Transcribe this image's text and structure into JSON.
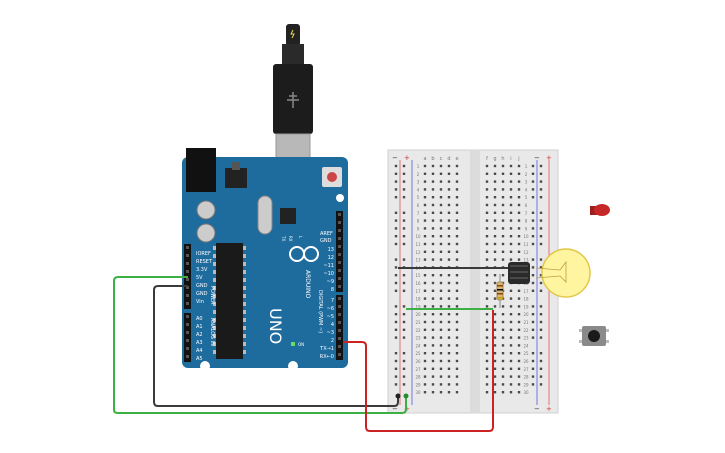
{
  "arduino": {
    "brand": "ARDUINO",
    "model": "UNO",
    "aref": "AREF",
    "gnd": "GND",
    "digital_label": "DIGITAL (PWM ~)",
    "power_label": "POWER",
    "analog_label": "ANALOG IN",
    "led_l": "L",
    "led_tx": "TX",
    "led_rx": "RX",
    "on_label": "ON",
    "power_pins": [
      "IOREF",
      "RESET",
      "3.3V",
      "5V",
      "GND",
      "GND",
      "Vin"
    ],
    "analog_pins": [
      "A0",
      "A1",
      "A2",
      "A3",
      "A4",
      "A5"
    ],
    "digital_pins": [
      "13",
      "12",
      "~11",
      "~10",
      "~9",
      "8",
      "7",
      "~6",
      "~5",
      "4",
      "~3",
      "2",
      "TX→1",
      "RX←0"
    ]
  },
  "breadboard": {
    "rail_minus": "−",
    "rail_plus": "+",
    "col_letters_left": [
      "a",
      "b",
      "c",
      "d",
      "e"
    ],
    "col_letters_right": [
      "f",
      "g",
      "h",
      "i",
      "j"
    ],
    "rows": 30
  },
  "colors": {
    "arduino_blue": "#1e6b9e",
    "wire_green": "#3cb043",
    "wire_black": "#3a3a3a",
    "wire_red": "#cc2222",
    "breadboard": "#e9e9e9",
    "bulb": "#fff5a0"
  },
  "components": {
    "led": "red-led",
    "pushbutton": "pushbutton",
    "bulb": "light-bulb",
    "resistor": "resistor",
    "usb_cable": "usb-cable"
  }
}
